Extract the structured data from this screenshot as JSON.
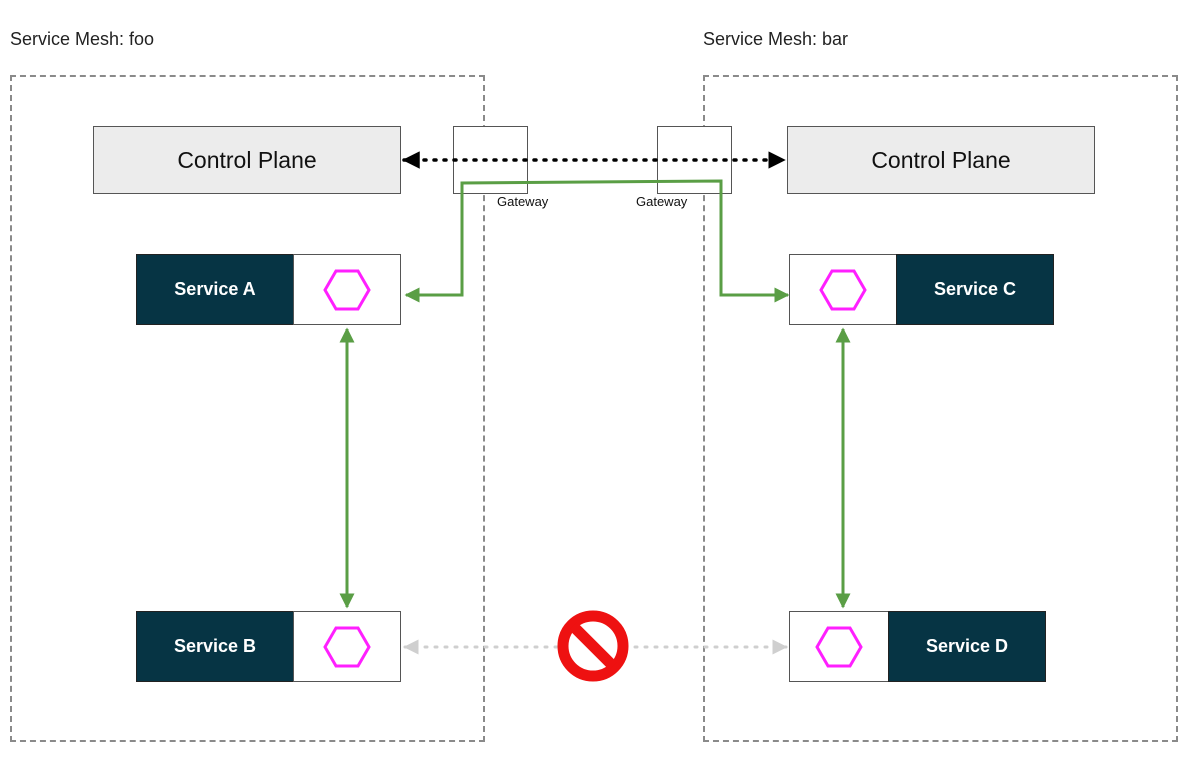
{
  "meshes": {
    "foo": {
      "title": "Service Mesh: foo",
      "control_plane": "Control Plane",
      "gateway": "Gateway"
    },
    "bar": {
      "title": "Service Mesh: bar",
      "control_plane": "Control Plane",
      "gateway": "Gateway"
    }
  },
  "services": {
    "a": "Service A",
    "b": "Service B",
    "c": "Service C",
    "d": "Service D"
  },
  "icons": {
    "proxy": "hexagon-icon",
    "blocked": "prohibited-icon"
  },
  "colors": {
    "service_bg": "#063444",
    "proxy_icon": "#ff1fff",
    "allowed_link": "#5a9e45",
    "blocked_link": "#cfcfcf",
    "blocked_icon": "#ee1111"
  }
}
